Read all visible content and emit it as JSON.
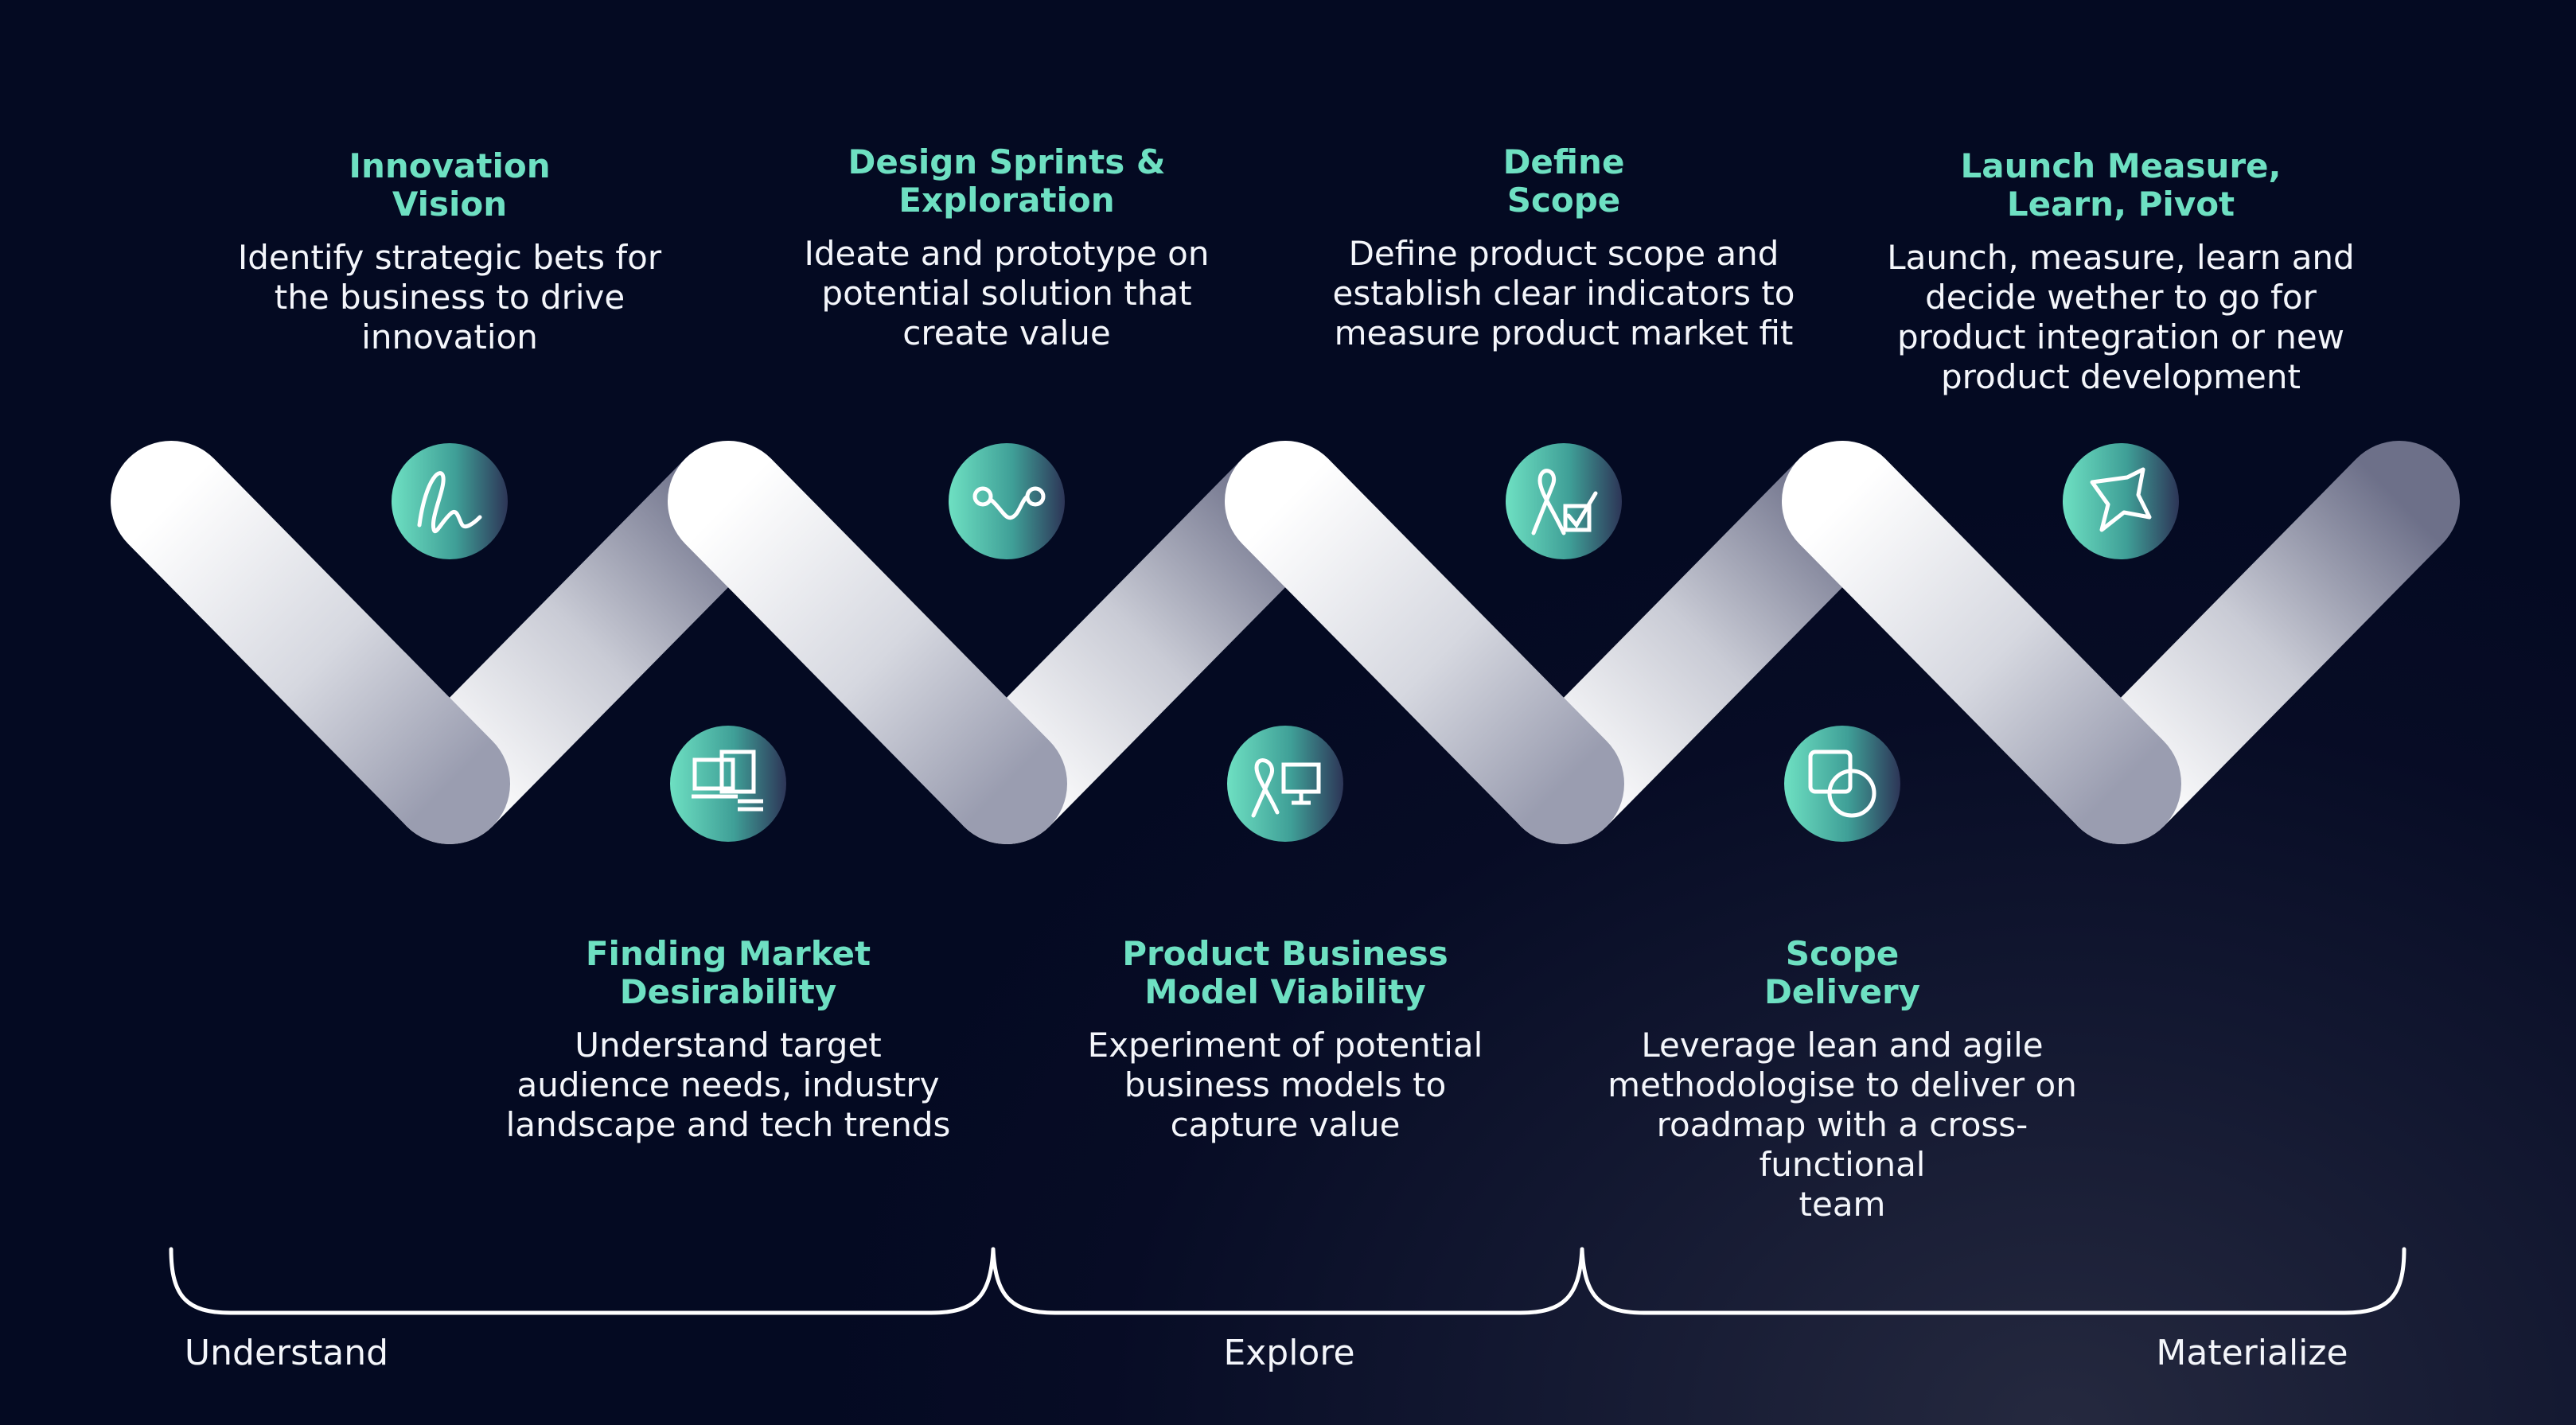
{
  "steps": [
    {
      "id": "innovation-vision",
      "title_line1": "Innovation",
      "title_line2": "Vision",
      "desc": [
        "Identify strategic bets for",
        "the business to drive",
        "innovation"
      ],
      "icon": "signature-icon"
    },
    {
      "id": "finding-market-desirability",
      "title_line1": "Finding Market",
      "title_line2": "Desirability",
      "desc": [
        "Understand target",
        "audience needs, industry",
        "landscape and tech trends"
      ],
      "icon": "screens-icon"
    },
    {
      "id": "design-sprints-exploration",
      "title_line1": "Design Sprints &",
      "title_line2": "Exploration",
      "desc": [
        "Ideate and prototype on",
        "potential solution that",
        "create value"
      ],
      "icon": "path-nodes-icon"
    },
    {
      "id": "product-business-model-viability",
      "title_line1": "Product Business",
      "title_line2": "Model Viability",
      "desc": [
        "Experiment of potential",
        "business models to",
        "capture value"
      ],
      "icon": "ribbon-monitor-icon"
    },
    {
      "id": "define-scope",
      "title_line1": "Define",
      "title_line2": "Scope",
      "desc": [
        "Define product scope and",
        "establish clear indicators to",
        "measure product market fit"
      ],
      "icon": "pen-checkbox-icon"
    },
    {
      "id": "scope-delivery",
      "title_line1": "Scope",
      "title_line2": "Delivery",
      "desc": [
        "Leverage lean and agile",
        "methodologise to deliver on",
        "roadmap with a cross-functional",
        "team"
      ],
      "icon": "square-circle-icon"
    },
    {
      "id": "launch-measure-learn-pivot",
      "title_line1": "Launch Measure,",
      "title_line2": "Learn, Pivot",
      "desc": [
        "Launch, measure, learn and",
        "decide wether to go for",
        "product integration or new",
        "product development"
      ],
      "icon": "sparkle-icon"
    }
  ],
  "phases": [
    {
      "label": "Understand"
    },
    {
      "label": "Explore"
    },
    {
      "label": "Materialize"
    }
  ],
  "colors": {
    "title_accent": "#6ee0c2",
    "icon_gradient_start": "#6ee0c2",
    "icon_gradient_end": "#2d3557",
    "ribbon": "#f2f3f7",
    "background": "#070c25"
  }
}
